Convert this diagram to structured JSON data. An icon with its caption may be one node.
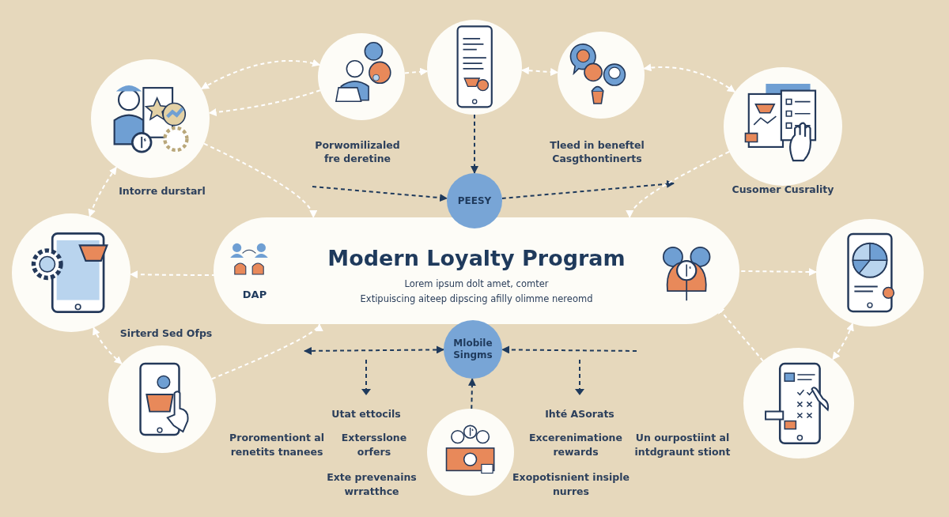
{
  "diagram": {
    "nodes": [
      {
        "text": [],
        "shape": "picture",
        "beside": [
          "Intorre durstarl"
        ]
      },
      {
        "text": [],
        "shape": "picture",
        "beside": [
          "Porwomilizaled fre deretine"
        ]
      },
      {
        "text": [],
        "shape": "picture"
      },
      {
        "text": [],
        "shape": "picture",
        "beside": [
          "Tleed in beneftel Casgthontinerts"
        ]
      },
      {
        "text": [],
        "shape": "picture",
        "beside": [
          "Cusomer Cusrality"
        ]
      },
      {
        "text": [],
        "shape": "picture"
      },
      {
        "text": [],
        "shape": "picture"
      },
      {
        "text": [
          "Modern Loyalty Program",
          "Lorem ipsum dolt amet, comter",
          "Extipuiscing aiteep dipscing afilly olimme nereomd"
        ]
      },
      {
        "text": [
          "DAP"
        ],
        "in": 7
      },
      {
        "text": [
          "PEESY"
        ]
      },
      {
        "text": [],
        "shape": "picture",
        "in": 7
      },
      {
        "text": [],
        "shape": "picture"
      },
      {
        "text": [
          "Mlobile Singms"
        ]
      },
      {
        "text": [],
        "shape": "picture"
      },
      {
        "text": [],
        "shape": "picture"
      }
    ],
    "edges": [
      {
        "from": 0,
        "to": 1,
        "arrow": "both",
        "style": "dashed"
      },
      {
        "from": 1,
        "to": 0,
        "arrow": "to",
        "style": "dashed"
      },
      {
        "from": 1,
        "to": 2,
        "arrow": "to",
        "style": "dashed"
      },
      {
        "from": 2,
        "to": 3,
        "arrow": "both",
        "style": "dashed"
      },
      {
        "from": 3,
        "to": 4,
        "arrow": "both",
        "style": "dashed"
      },
      {
        "from": 2,
        "to": 9,
        "arrow": "to",
        "style": "dashed",
        "color": "#1f3a5c"
      },
      {
        "from": null,
        "to": 9,
        "arrow": "to",
        "style": "dashed",
        "color": "#1f3a5c"
      },
      {
        "from": 9,
        "to": null,
        "arrow": "to",
        "style": "dashed",
        "color": "#1f3a5c"
      },
      {
        "from": 4,
        "to": 7,
        "arrow": "to",
        "style": "dashed"
      },
      {
        "from": 0,
        "to": 7,
        "arrow": "to",
        "style": "dashed"
      },
      {
        "from": 0,
        "to": 5,
        "arrow": "both",
        "style": "dashed"
      },
      {
        "from": 8,
        "to": 5,
        "arrow": "to",
        "style": "dashed"
      },
      {
        "from": 5,
        "to": 6,
        "arrow": "both",
        "style": "dashed"
      },
      {
        "from": 6,
        "to": 7,
        "arrow": "to",
        "style": "dashed"
      },
      {
        "from": 10,
        "to": 11,
        "arrow": "to",
        "style": "dashed"
      },
      {
        "from": 11,
        "to": 14,
        "arrow": "both",
        "style": "dashed"
      },
      {
        "from": 14,
        "to": 10,
        "arrow": "to",
        "style": "dashed"
      },
      {
        "from": null,
        "to": 12,
        "arrow": "both",
        "style": "dashed",
        "color": "#1f3a5c"
      },
      {
        "from": 13,
        "to": 12,
        "arrow": "to",
        "style": "dashed",
        "color": "#1f3a5c"
      },
      {
        "from": null,
        "to": 12,
        "arrow": "to",
        "style": "dashed",
        "color": "#1f3a5c"
      }
    ],
    "labels": [
      "Sirterd Sed Ofps",
      "Utat ettocils",
      "Ihté ASorats",
      "Proromentiont al renetits tnanees",
      "Extersslone orfers",
      "Excerenimatione rewards",
      "Un ourpostiint al intdgraunt stiont",
      "Exte prevenains wrratthce",
      "Exopotisnient insiple nurres"
    ]
  }
}
